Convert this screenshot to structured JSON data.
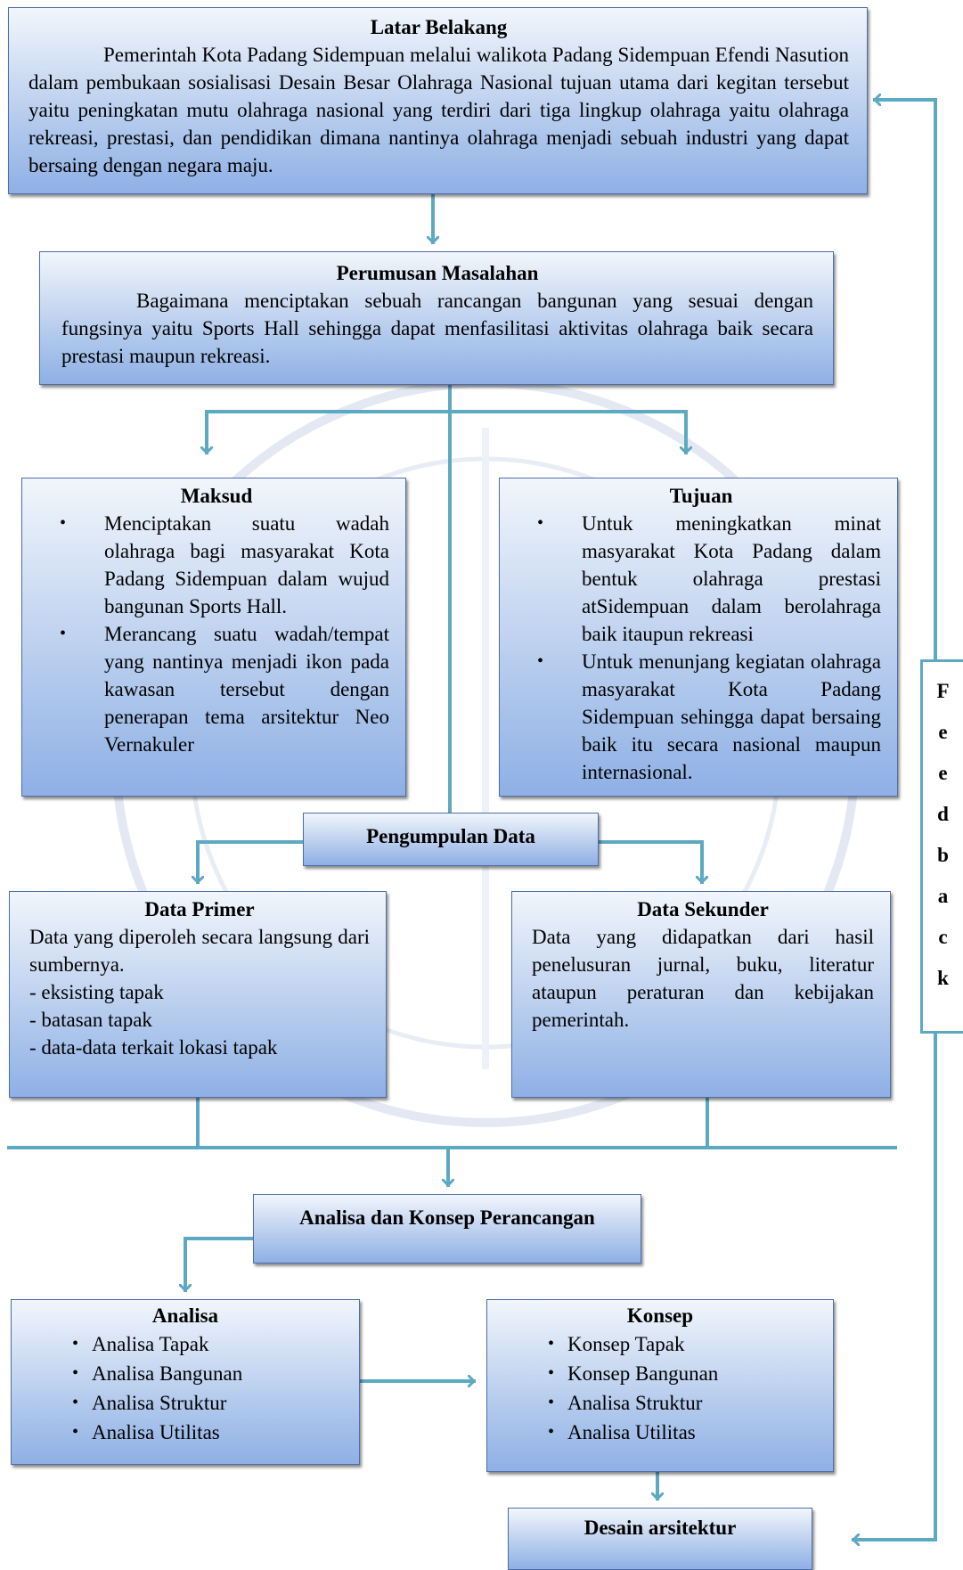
{
  "latar": {
    "title": "Latar Belakang",
    "text": "Pemerintah Kota Padang Sidempuan melalui walikota Padang Sidempuan Efendi Nasution dalam pembukaan sosialisasi Desain Besar Olahraga Nasional tujuan utama dari kegitan tersebut yaitu peningkatan mutu olahraga nasional yang terdiri dari tiga lingkup olahraga yaitu olahraga rekreasi, prestasi, dan pendidikan  dimana nantinya olahraga menjadi sebuah industri yang dapat bersaing dengan negara maju."
  },
  "perumusan": {
    "title": "Perumusan Masalahan",
    "text": "Bagaimana menciptakan sebuah rancangan bangunan yang sesuai dengan fungsinya yaitu Sports Hall sehingga dapat menfasilitasi aktivitas olahraga baik secara prestasi maupun rekreasi."
  },
  "maksud": {
    "title": "Maksud",
    "items": [
      "Menciptakan suatu wadah olahraga bagi masyarakat Kota Padang Sidempuan dalam wujud bangunan Sports Hall.",
      "Merancang suatu wadah/tempat yang nantinya menjadi ikon pada kawasan tersebut dengan penerapan tema arsitektur Neo Vernakuler"
    ]
  },
  "tujuan": {
    "title": "Tujuan",
    "items": [
      "Untuk meningkatkan minat masyarakat Kota Padang dalam bentuk olahraga prestasi atSidempuan dalam berolahraga baik itaupun rekreasi",
      "Untuk menunjang kegiatan olahraga masyarakat Kota Padang Sidempuan sehingga dapat bersaing baik itu secara nasional maupun internasional."
    ]
  },
  "pengumpulan": {
    "title": "Pengumpulan Data"
  },
  "primer": {
    "title": "Data Primer",
    "text": "Data yang diperoleh secara langsung dari sumbernya.",
    "items": [
      "- eksisting tapak",
      "- batasan tapak",
      "- data-data terkait lokasi tapak"
    ]
  },
  "sekunder": {
    "title": "Data Sekunder",
    "text": "Data yang didapatkan dari hasil penelusuran jurnal, buku, literatur ataupun peraturan dan kebijakan pemerintah."
  },
  "analisa_konsep": {
    "title": "Analisa dan Konsep Perancangan"
  },
  "analisa": {
    "title": "Analisa",
    "items": [
      "Analisa Tapak",
      "Analisa Bangunan",
      "Analisa Struktur",
      "Analisa Utilitas"
    ]
  },
  "konsep": {
    "title": "Konsep",
    "items": [
      "Konsep Tapak",
      "Konsep  Bangunan",
      "Analisa Struktur",
      "Analisa Utilitas"
    ]
  },
  "desain": {
    "title": "Desain arsitektur"
  },
  "feedback": {
    "letters": [
      "F",
      "e",
      "e",
      "d",
      "b",
      "a",
      "c",
      "k"
    ]
  },
  "colors": {
    "arrow": "#5ea9c2",
    "box_border": "#4f6ea8",
    "box_fill_top": "#f1f6fc",
    "box_fill_bottom": "#8fb0e6"
  }
}
